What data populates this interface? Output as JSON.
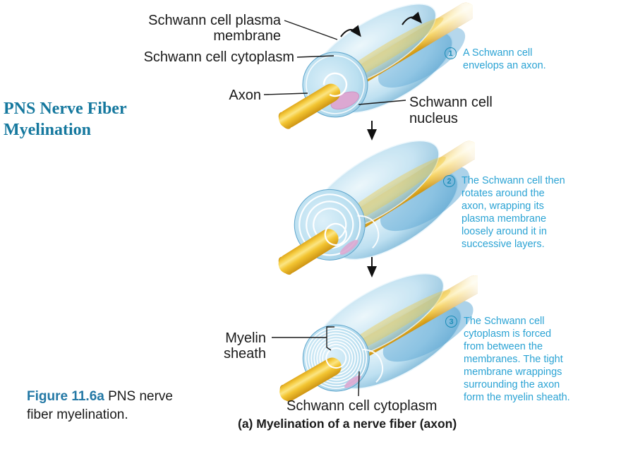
{
  "title": {
    "line1": "PNS Nerve Fiber",
    "line2": "Myelination"
  },
  "labels": {
    "plasma_membrane": "Schwann cell plasma membrane",
    "schwann_cytoplasm_top": "Schwann cell cytoplasm",
    "axon": "Axon",
    "schwann_nucleus": "Schwann cell nucleus",
    "myelin_sheath": "Myelin sheath",
    "schwann_cytoplasm_bottom": "Schwann cell cytoplasm"
  },
  "steps": [
    {
      "number": "1",
      "text": "A Schwann cell envelops an axon."
    },
    {
      "number": "2",
      "text": "The Schwann cell then rotates around the axon, wrapping its plasma membrane loosely around it in successive layers."
    },
    {
      "number": "3",
      "text": "The Schwann cell cytoplasm is forced from between the membranes. The tight membrane wrappings surrounding the axon form the myelin sheath."
    }
  ],
  "figure_caption": {
    "label": "Figure 11.6a",
    "text": " PNS nerve fiber myelination."
  },
  "subcaption": "(a) Myelination of a nerve fiber (axon)",
  "colors": {
    "title_teal": "#15789E",
    "step_text_blue": "#2BA3D4",
    "step_circle_teal": "#1B8CB6",
    "figure_label_blue": "#2378A5",
    "line_black": "#1a1a1a",
    "axon_yellow": "#F2C430",
    "cell_blue": "#BEE0F1",
    "cell_edge_blue": "#5EA5CC",
    "nucleus_pink": "#DCA8D2"
  },
  "illustrations": [
    {
      "name": "stage-1-schwann-cell-envelops-axon"
    },
    {
      "name": "stage-2-loose-membrane-wrapping"
    },
    {
      "name": "stage-3-tight-myelin-sheath"
    }
  ]
}
